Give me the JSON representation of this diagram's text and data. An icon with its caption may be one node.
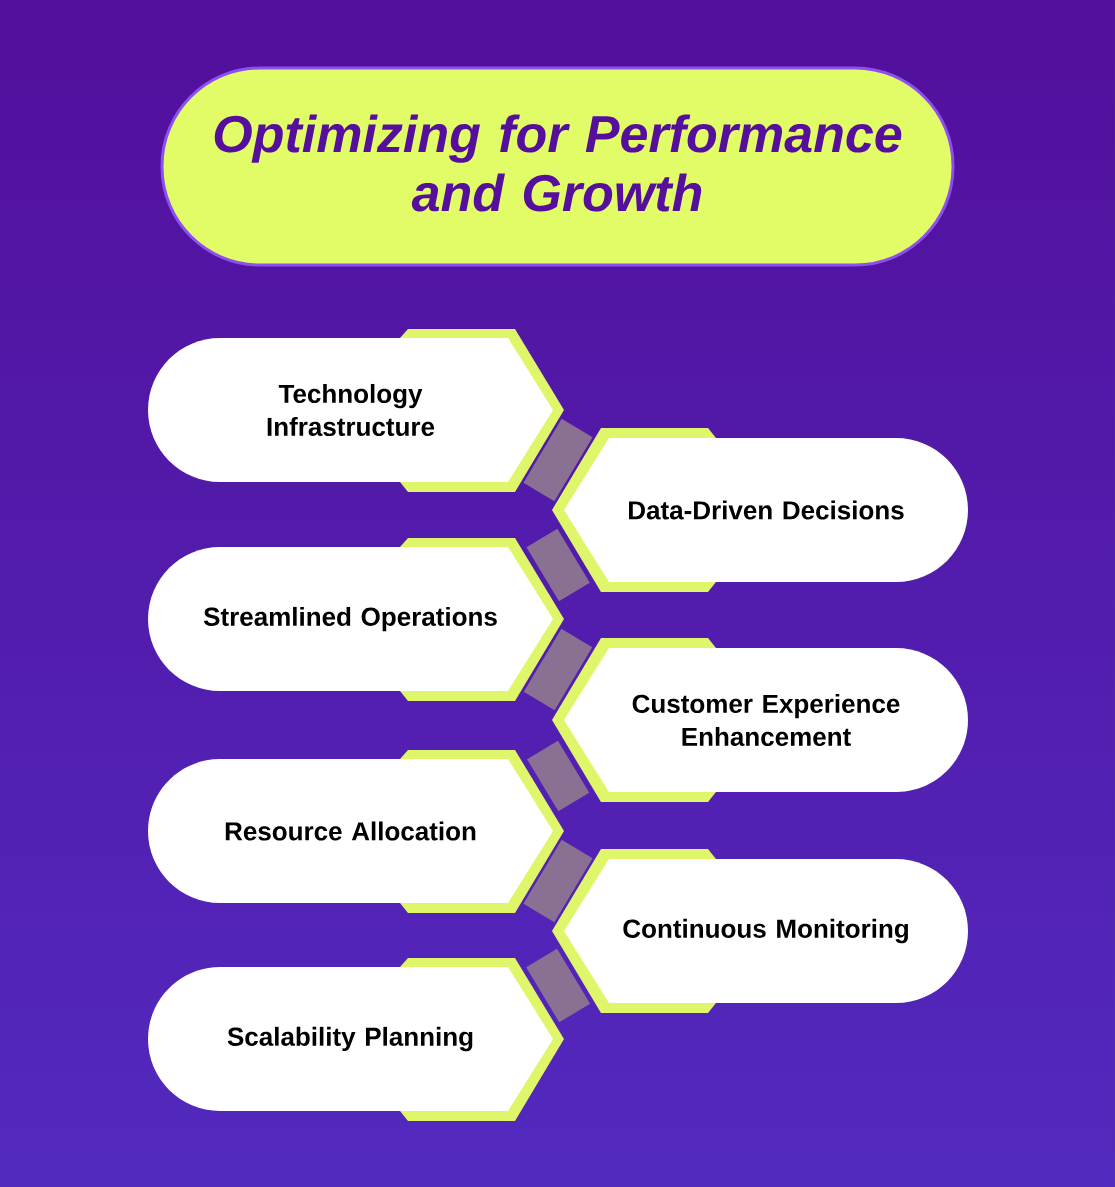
{
  "diagram": {
    "title": "Optimizing for Performance and Growth",
    "nodes": [
      {
        "text": [
          "Technology Infrastructure"
        ]
      },
      {
        "text": [
          "Data-Driven Decisions"
        ]
      },
      {
        "text": [
          "Streamlined Operations"
        ]
      },
      {
        "text": [
          "Customer Experience Enhancement"
        ]
      },
      {
        "text": [
          "Resource Allocation"
        ]
      },
      {
        "text": [
          "Continuous Monitoring"
        ]
      },
      {
        "text": [
          "Scalability Planning"
        ]
      }
    ],
    "edges": [
      {
        "from": 0,
        "to": 1,
        "arrow": "none"
      },
      {
        "from": 1,
        "to": 2,
        "arrow": "none"
      },
      {
        "from": 2,
        "to": 3,
        "arrow": "none"
      },
      {
        "from": 3,
        "to": 4,
        "arrow": "none"
      },
      {
        "from": 4,
        "to": 5,
        "arrow": "none"
      },
      {
        "from": 5,
        "to": 6,
        "arrow": "none"
      }
    ]
  }
}
